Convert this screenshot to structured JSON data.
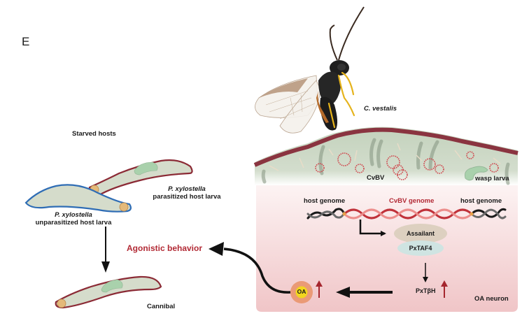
{
  "panel": {
    "letter": "E"
  },
  "labels": {
    "starved_hosts": "Starved hosts",
    "parasitized_species": "P. xylostella",
    "parasitized_desc": "parasitized host larva",
    "unparasitized_species": "P. xylostella",
    "unparasitized_desc": "unparasitized host larva",
    "cannibal": "Cannibal",
    "agonistic": "Agonistic behavior",
    "wasp_species": "C. vestalis",
    "cvbv": "CvBV",
    "wasp_larva": "wasp larva",
    "host_genome_left": "host genome",
    "cvbv_genome": "CvBV genome",
    "host_genome_right": "host genome",
    "assailant": "Assailant",
    "pxtaf4": "PxTAF4",
    "pxtbh": "PxTβH",
    "oa": "OA",
    "oa_neuron": "OA neuron"
  },
  "colors": {
    "larva_body": "#d5dccb",
    "parasitized_outline": "#8b2a35",
    "unparasitized_outline": "#2f6db5",
    "wasp_larva_fill": "#a9d1ac",
    "cuticle": "#8a3440",
    "tissue": "#c9d6c2",
    "neuron_bg_top": "#fbf2f2",
    "neuron_bg_bottom": "#f1c6c8",
    "virus": "#d0474d",
    "red_text": "#b22a35",
    "assailant_fill": "#ddd0c0",
    "pxtaf4_fill": "#cfe4e2",
    "oa_outer": "#ea9a76",
    "oa_inner": "#f2d61f",
    "up_arrow": "#a5262e"
  }
}
